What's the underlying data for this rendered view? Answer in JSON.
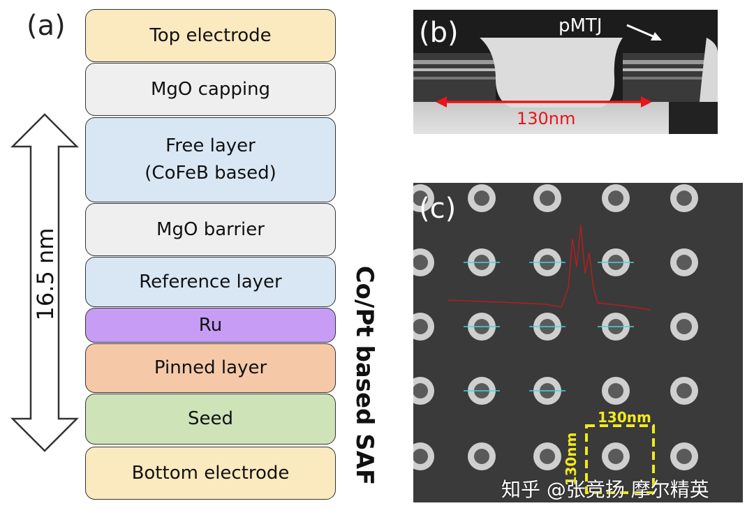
{
  "panel_a": {
    "label": "(a)",
    "layers": [
      {
        "name": "Top electrode",
        "color": "#fbe9bf"
      },
      {
        "name": "MgO capping",
        "color": "#efefef"
      },
      {
        "name": "Free layer\n(CoFeB based)",
        "color": "#d9e7f4"
      },
      {
        "name": "MgO barrier",
        "color": "#efefef"
      },
      {
        "name": "Reference layer",
        "color": "#d9e7f4"
      },
      {
        "name": "Ru",
        "color": "#c69cf4"
      },
      {
        "name": "Pinned layer",
        "color": "#f5c9a8"
      },
      {
        "name": "Seed",
        "color": "#cfe3b8"
      },
      {
        "name": "Bottom electrode",
        "color": "#fbe9bf"
      }
    ],
    "thickness_label": "16.5 nm",
    "saf_label": "Co/Pt based SAF"
  },
  "panel_b": {
    "label": "(b)",
    "pointer_label": "pMTJ",
    "width_label": "130nm",
    "measure_color": "#e8151a"
  },
  "panel_c": {
    "label": "(c)",
    "box_width_label": "130nm",
    "box_height_label": "130nm",
    "box_color": "#f2ea1c",
    "profile_color": "#b41e1e",
    "marker_color": "#40d8d8"
  },
  "watermark": "知乎 @张竞扬 摩尔精英"
}
